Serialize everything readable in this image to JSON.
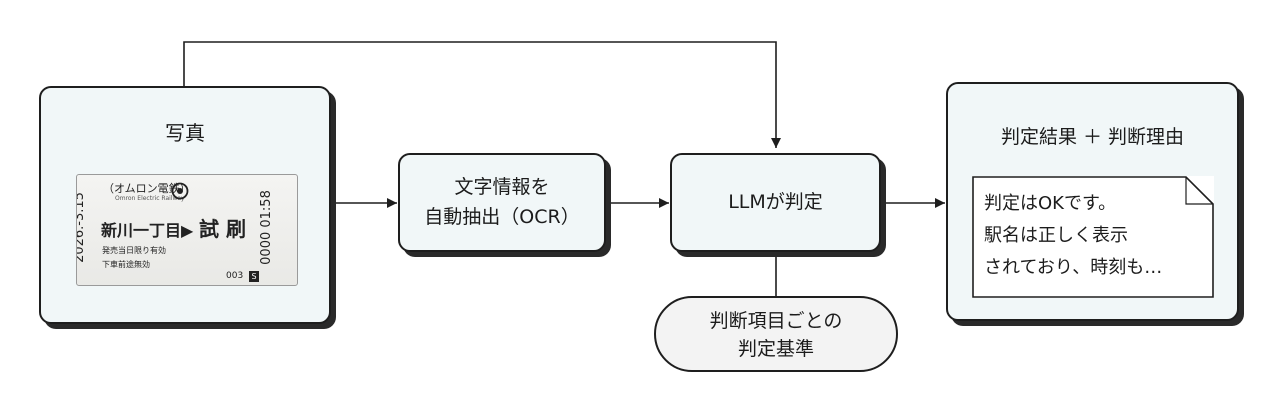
{
  "nodes": {
    "photo": {
      "title": "写真"
    },
    "ocr": {
      "line1": "文字情報を",
      "line2": "自動抽出（OCR）"
    },
    "llm": {
      "label": "LLMが判定"
    },
    "criteria": {
      "line1": "判断項目ごとの",
      "line2": "判定基準"
    },
    "result": {
      "title": "判定結果 ＋ 判断理由",
      "paper_lines": [
        "判定はOKです。",
        "駅名は正しく表示",
        "されており、時刻も…"
      ]
    }
  },
  "ticket": {
    "issuer": "（オムロン電鉄）",
    "issuer_en": "Omron Electric Railway",
    "date": "2026.-3.15",
    "route": "新川一丁目▶",
    "type": "試 刷",
    "validity1": "発売当日限り有効",
    "validity2": "下車前途無効",
    "number": "0000 01:58",
    "serial": "003",
    "serial_badge": "S"
  },
  "colors": {
    "box_fill": "#f1f7f8",
    "ellipse_fill": "#f3f3f3",
    "stroke": "#1e1e1e"
  }
}
